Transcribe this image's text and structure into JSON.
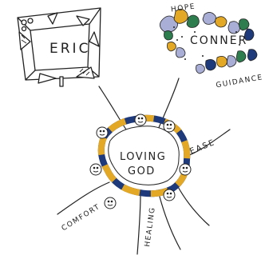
{
  "colors": {
    "ink": "#222222",
    "yellow": "#e3a826",
    "navy": "#1f3a7a",
    "green": "#2e7d4f",
    "lavender": "#a9aed6"
  },
  "frame": {
    "name": "ERIC"
  },
  "cloud": {
    "name": "CONNER",
    "top_word": "HOPE",
    "bottom_word": "GUIDANCE"
  },
  "center": {
    "line1": "LOVING",
    "line2": "GOD"
  },
  "branches": {
    "right": "EASE",
    "left": "COMFORT",
    "bottom": "HEALING"
  }
}
